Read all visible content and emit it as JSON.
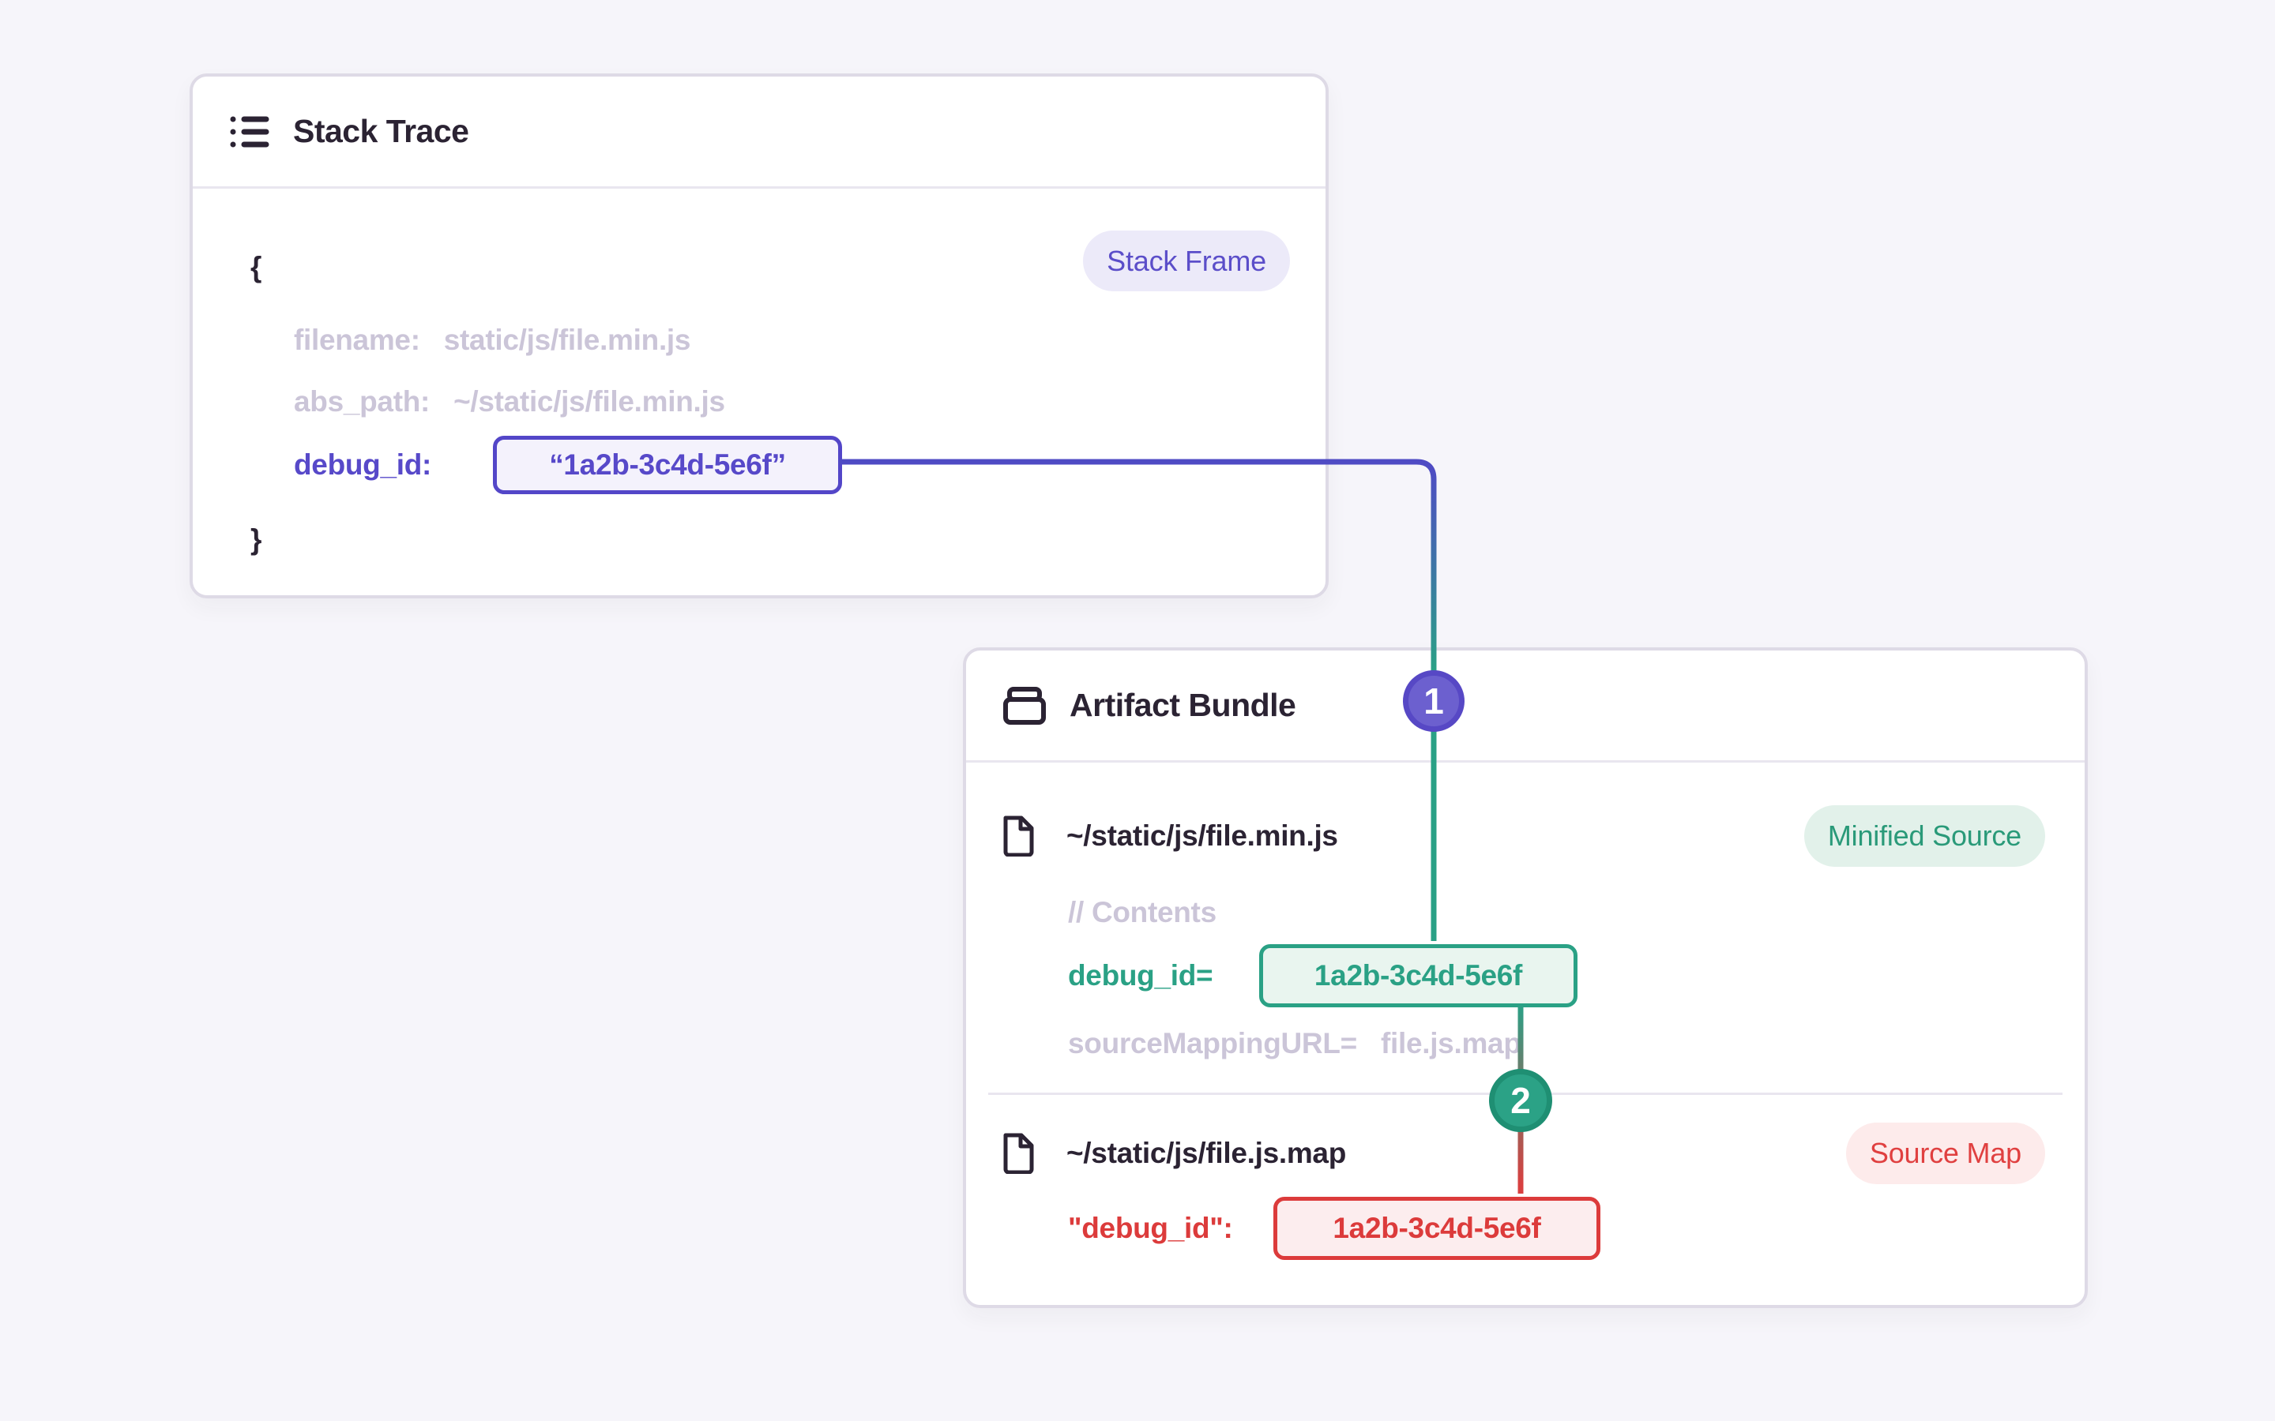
{
  "stack_trace_card": {
    "title": "Stack Trace",
    "badge": "Stack Frame",
    "open_brace": "{",
    "close_brace": "}",
    "filename_key": "filename:",
    "filename_value": "static/js/file.min.js",
    "abs_path_key": "abs_path:",
    "abs_path_value": "~/static/js/file.min.js",
    "debug_id_key": "debug_id:",
    "debug_id_value": "“1a2b-3c4d-5e6f”"
  },
  "artifact_card": {
    "title": "Artifact Bundle",
    "minified_file": {
      "path": "~/static/js/file.min.js",
      "badge": "Minified Source",
      "comment": "// Contents",
      "debug_id_key": "debug_id=",
      "debug_id_value": "1a2b-3c4d-5e6f",
      "source_mapping_key": "sourceMappingURL=",
      "source_mapping_value": "file.js.map"
    },
    "source_map_file": {
      "path": "~/static/js/file.js.map",
      "badge": "Source Map",
      "debug_id_key": "\"debug_id\":",
      "debug_id_value": "1a2b-3c4d-5e6f"
    }
  },
  "connectors": {
    "step1_label": "1",
    "step2_label": "2"
  },
  "colors": {
    "page_background": "#F6F5FA",
    "card_border": "#DEDAE6",
    "dark_text": "#2B2333",
    "muted_text": "#CBC5D8",
    "purple_accent": "#5346C8",
    "indigo_line": "#4F4BC4",
    "teal_accent": "#2AA185",
    "red_accent": "#DC3B3B"
  }
}
